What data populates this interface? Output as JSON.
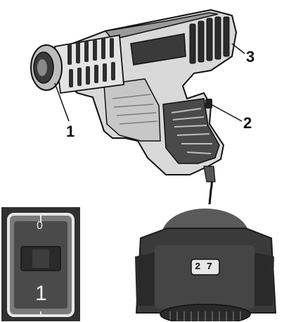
{
  "figure": {
    "callouts": [
      {
        "id": "nozzle",
        "number": "1"
      },
      {
        "id": "switch",
        "number": "2"
      },
      {
        "id": "vents",
        "number": "3"
      }
    ]
  },
  "detail_switch": {
    "position_top_glyph": "0",
    "position_bottom_label": "1"
  },
  "detail_dial": {
    "window_text": "2 7"
  },
  "colors": {
    "line": "#111111",
    "body_dark": "#2b2b2b",
    "body_mid": "#6f6f6f",
    "body_light": "#cfcfcf",
    "photo_bg": "#3a3a3a"
  }
}
